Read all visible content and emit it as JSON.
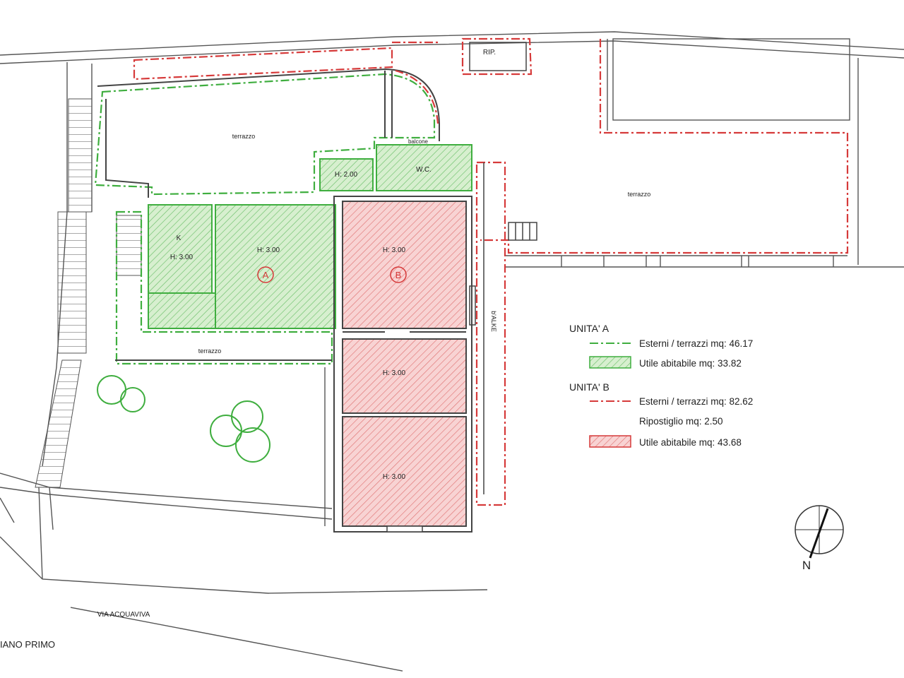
{
  "plan": {
    "floor_label": "IANO PRIMO",
    "street_label": "VIA ACQUAVIVA",
    "north_label": "N",
    "unit_a_marker": "A",
    "unit_b_marker": "B",
    "colors": {
      "unit_a": "#3fae3f",
      "unit_a_fill": "#d7efcf",
      "unit_b": "#d63a3a",
      "unit_b_fill": "#f6cccc",
      "line": "#444444"
    }
  },
  "rooms": {
    "rip": "RIP.",
    "terrazzo_top": "terrazzo",
    "terrazzo_right": "terrazzo",
    "bagno_h": "H: 2.00",
    "wc": "W.C.",
    "a_k": "K",
    "a_k_h": "H: 3.00",
    "a_main_h": "H: 3.00",
    "b_top_h": "H: 3.00",
    "b_mid_h": "H: 3.00",
    "b_bot_h": "H: 3.00",
    "balcone": "balcone",
    "terrazzo_small": "terrazzo",
    "corridor": "b'ALKE"
  },
  "legend": {
    "unit_a_title": "UNITA' A",
    "unit_a_ext": "Esterni / terrazzi mq: 46.17",
    "unit_a_util": "Utile abitabile mq: 33.82",
    "unit_b_title": "UNITA' B",
    "unit_b_ext": "Esterni / terrazzi mq: 82.62",
    "unit_b_rip": "Ripostiglio mq: 2.50",
    "unit_b_util": "Utile abitabile mq: 43.68"
  }
}
